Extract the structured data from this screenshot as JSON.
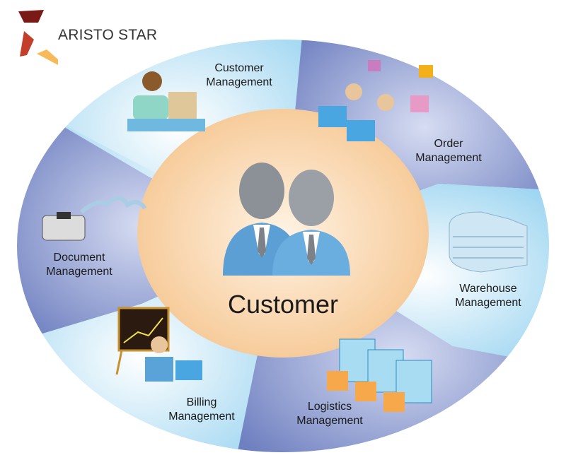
{
  "brand": {
    "name": "ARISTO STAR",
    "colors": [
      "#7a1a17",
      "#c2402a",
      "#f7b95a"
    ]
  },
  "center": {
    "label": "Customer",
    "fill": "#fbd9b0"
  },
  "segments": [
    {
      "label_line1": "Customer",
      "label_line2": "Management",
      "icon": "call-center-agent-icon"
    },
    {
      "label_line1": "Order",
      "label_line2": "Management",
      "icon": "order-processing-icon"
    },
    {
      "label_line1": "Warehouse",
      "label_line2": "Management",
      "icon": "warehouse-building-icon"
    },
    {
      "label_line1": "Logistics",
      "label_line2": "Management",
      "icon": "delivery-trucks-icon"
    },
    {
      "label_line1": "Billing",
      "label_line2": "Management",
      "icon": "billing-chart-icon"
    },
    {
      "label_line1": "Document",
      "label_line2": "Management",
      "icon": "document-printer-icon"
    }
  ],
  "colors": {
    "light_segment": "#c6e9f8",
    "dark_segment": "#8294cc"
  }
}
